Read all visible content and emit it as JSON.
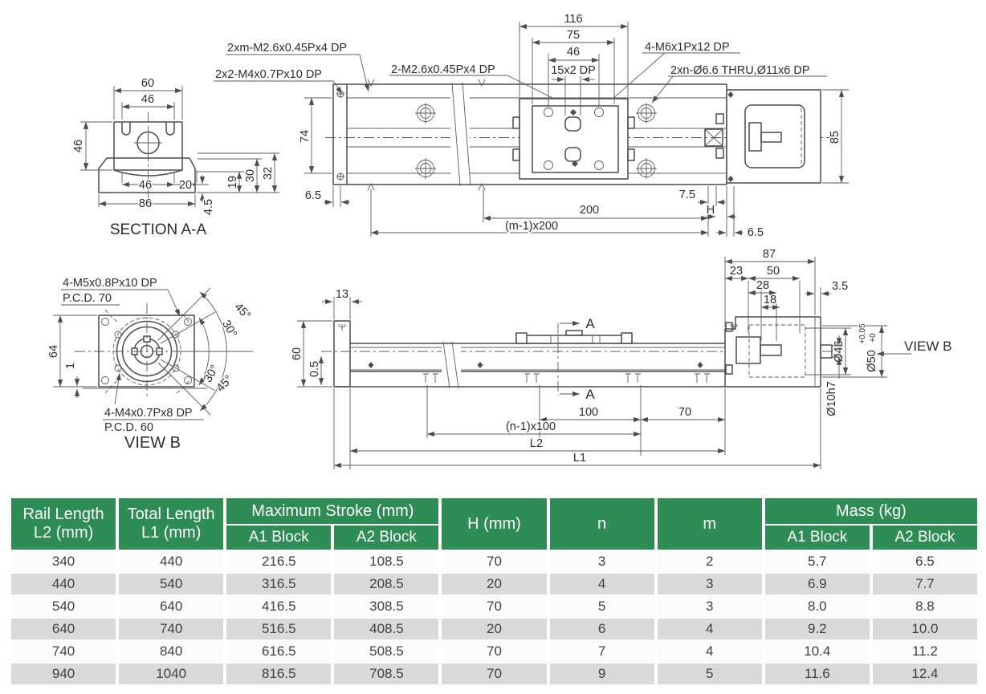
{
  "drawing": {
    "section_aa": {
      "title": "SECTION A-A",
      "dim60": "60",
      "dim46_top": "46",
      "dim46_left": "46",
      "dim19": "19",
      "dim30": "30",
      "dim32": "32",
      "dim46_bottom": "46",
      "dim20": "20",
      "dim86": "86",
      "dim45": "4.5"
    },
    "callouts": {
      "c_2xm": "2xm-M2.6x0.45Px4 DP",
      "c_2x2": "2x2-M4x0.7Px10 DP",
      "c_2m26": "2-M2.6x0.45Px4 DP",
      "c_4m6": "4-M6x1Px12 DP",
      "c_2xn": "2xn-Ø6.6 THRU,Ø11x6 DP"
    },
    "top_view": {
      "d116": "116",
      "d75": "75",
      "d46": "46",
      "d15x2": "15x2 DP",
      "d74": "74",
      "d85": "85",
      "d65l": "6.5",
      "d200": "200",
      "dm200": "(m-1)x200",
      "d75r": "7.5",
      "dh": "H",
      "d65r": "6.5"
    },
    "view_b": {
      "title": "VIEW B",
      "c_m5": "4-M5x0.8Px10 DP",
      "c_pcd70": "P.C.D. 70",
      "c_m4": "4-M4x0.7Px8 DP",
      "c_pcd60": "P.C.D. 60",
      "d64": "64",
      "d1": "1",
      "a45t": "45°",
      "a30t": "30°",
      "a30b": "30°",
      "a45b": "45°"
    },
    "side_view": {
      "d13": "13",
      "d60": "60",
      "d05": "0.5",
      "sa": "A",
      "d100": "100",
      "dn100": "(n-1)x100",
      "d70": "70",
      "dl2": "L2",
      "dl1": "L1",
      "d87": "87",
      "d23": "23",
      "d50": "50",
      "d28": "28",
      "d18": "18",
      "d35": "3.5",
      "dia46": "Ø46",
      "dia50": "Ø50",
      "tol_hi": "+0.05",
      "tol_lo": "+0",
      "dia10": "Ø10h7",
      "viewb": "VIEW B"
    }
  },
  "table": {
    "colors": {
      "header_bg": "#2e8c55",
      "header_text": "#ffffff",
      "row_bg": "#fcfcfc",
      "row_alt_bg": "#d9d9d9",
      "cell_text": "#3f3f3f"
    },
    "headers": {
      "col1_line1": "Rail Length",
      "col1_line2": "L2 (mm)",
      "col2_line1": "Total Length",
      "col2_line2": "L1 (mm)",
      "stroke_group": "Maximum Stroke (mm)",
      "stroke_a1": "A1 Block",
      "stroke_a2": "A2 Block",
      "col_h": "H (mm)",
      "col_n": "n",
      "col_m": "m",
      "mass_group": "Mass (kg)",
      "mass_a1": "A1 Block",
      "mass_a2": "A2 Block"
    },
    "rows": [
      [
        "340",
        "440",
        "216.5",
        "108.5",
        "70",
        "3",
        "2",
        "5.7",
        "6.5"
      ],
      [
        "440",
        "540",
        "316.5",
        "208.5",
        "20",
        "4",
        "3",
        "6.9",
        "7.7"
      ],
      [
        "540",
        "640",
        "416.5",
        "308.5",
        "70",
        "5",
        "3",
        "8.0",
        "8.8"
      ],
      [
        "640",
        "740",
        "516.5",
        "408.5",
        "20",
        "6",
        "4",
        "9.2",
        "10.0"
      ],
      [
        "740",
        "840",
        "616.5",
        "508.5",
        "70",
        "7",
        "4",
        "10.4",
        "11.2"
      ],
      [
        "940",
        "1040",
        "816.5",
        "708.5",
        "70",
        "9",
        "5",
        "11.6",
        "12.4"
      ]
    ]
  }
}
